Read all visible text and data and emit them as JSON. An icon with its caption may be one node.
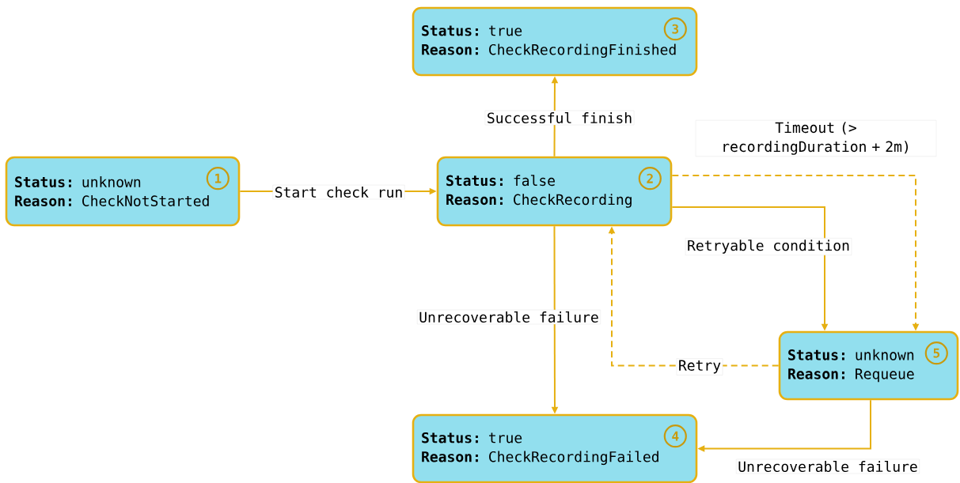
{
  "diagram": {
    "nodes": [
      {
        "text": [
          "**Status:** true",
          "**Reason:** CheckRecordingFinished"
        ]
      },
      {
        "text": [
          "3"
        ],
        "in": 0
      },
      {
        "text": [
          "**Status:** unknown",
          "**Reason:** CheckNotStarted"
        ]
      },
      {
        "text": [
          "1"
        ],
        "in": 2
      },
      {
        "text": [
          "**Status:** false",
          "**Reason:** CheckRecording"
        ]
      },
      {
        "text": [
          "2"
        ],
        "in": 4
      },
      {
        "text": [
          "**Status:** unknown",
          "**Reason:** Requeue"
        ]
      },
      {
        "text": [
          "5"
        ],
        "in": 6
      },
      {
        "text": [
          "**Status:** true",
          "**Reason:** CheckRecordingFailed"
        ]
      },
      {
        "text": [
          "4"
        ],
        "in": 8
      }
    ],
    "edges": [
      {
        "from": 2,
        "to": 4,
        "arrow": "to",
        "label": "Start check run"
      },
      {
        "from": 4,
        "to": 0,
        "arrow": "to",
        "label": "Successful finish"
      },
      {
        "from": 4,
        "to": 6,
        "arrow": "to",
        "label": "Retryable condition"
      },
      {
        "from": 4,
        "to": 6,
        "arrow": "to",
        "label": "Timeout (> recordingDuration + 2m)",
        "style": "dashed"
      },
      {
        "from": 6,
        "to": 4,
        "arrow": "to",
        "label": "Retry",
        "style": "dashed"
      },
      {
        "from": 4,
        "to": 8,
        "arrow": "to",
        "label": "Unrecoverable failure"
      },
      {
        "from": 6,
        "to": 8,
        "arrow": "to",
        "label": "Unrecoverable failure"
      }
    ]
  }
}
